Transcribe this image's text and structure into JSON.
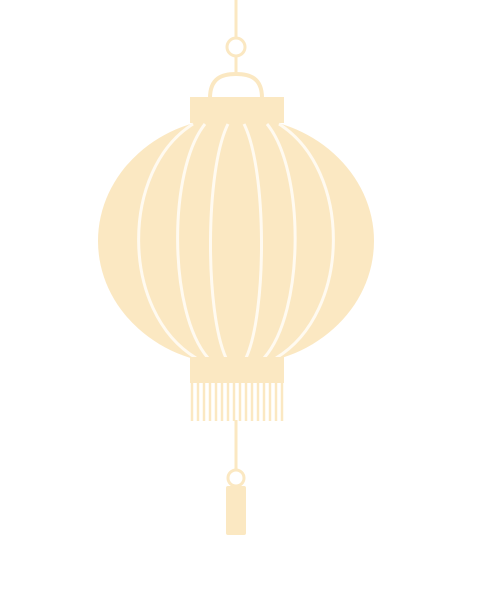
{
  "colors": {
    "background": "#ffffff",
    "lantern_fill": "#fbe8c2",
    "lantern_rib": "#fffaf0"
  },
  "illustration": {
    "icon": "paper-lantern-icon",
    "parts": [
      "hanging-string",
      "hanging-ring",
      "top-handle",
      "top-cap",
      "lantern-body",
      "ribs",
      "bottom-cap",
      "fringe",
      "bottom-string",
      "bottom-ring",
      "tassel"
    ]
  }
}
